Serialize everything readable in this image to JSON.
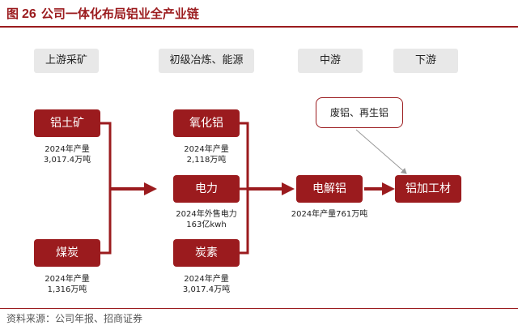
{
  "figure": {
    "label": "图",
    "number": "26",
    "title": "公司一体化布局铝业全产业链"
  },
  "stages": [
    "上游采矿",
    "初级冶炼、能源",
    "中游",
    "下游"
  ],
  "nodes": {
    "bauxite": "铝土矿",
    "coal": "煤炭",
    "alumina": "氧化铝",
    "power": "电力",
    "carbon": "炭素",
    "electrolytic": "电解铝",
    "processing": "铝加工材",
    "recycled": "废铝、再生铝"
  },
  "labels": {
    "bauxite": [
      "2024年产量",
      "3,017.4万吨"
    ],
    "coal": [
      "2024年产量",
      "1,316万吨"
    ],
    "alumina": [
      "2024年产量",
      "2,118万吨"
    ],
    "power": [
      "2024年外售电力",
      "163亿kwh"
    ],
    "carbon": [
      "2024年产量",
      "3,017.4万吨"
    ],
    "electrolytic": [
      "2024年产量761万吨"
    ]
  },
  "source": "资料来源：公司年报、招商证券",
  "colors": {
    "accent": "#9b1b1e",
    "header_bg": "#e8e8e8",
    "connector_gray": "#999999"
  }
}
